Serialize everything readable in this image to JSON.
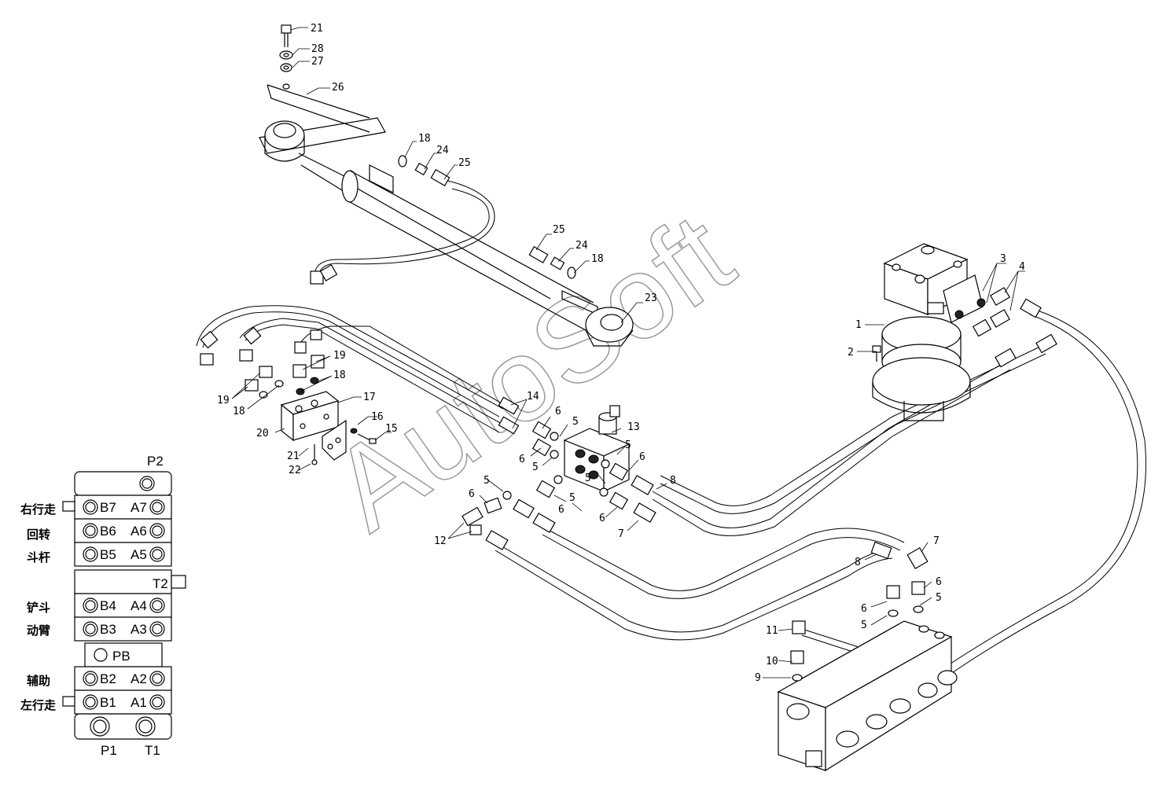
{
  "watermark": "AutoSoft",
  "callouts": {
    "c1": "1",
    "c2": "2",
    "c3": "3",
    "c4": "4",
    "c5a": "5",
    "c5b": "5",
    "c5c": "5",
    "c5d": "5",
    "c5e": "5",
    "c5f": "5",
    "c5g": "5",
    "c5h": "5",
    "c6a": "6",
    "c6b": "6",
    "c6c": "6",
    "c6d": "6",
    "c6e": "6",
    "c6f": "6",
    "c6g": "6",
    "c6h": "6",
    "c7a": "7",
    "c7b": "7",
    "c8a": "8",
    "c8b": "8",
    "c9": "9",
    "c10": "10",
    "c11": "11",
    "c12": "12",
    "c13": "13",
    "c14": "14",
    "c15": "15",
    "c16": "16",
    "c17": "17",
    "c18a": "18",
    "c18b": "18",
    "c18c": "18",
    "c18d": "18",
    "c19a": "19",
    "c19b": "19",
    "c20": "20",
    "c21a": "21",
    "c21b": "21",
    "c22": "22",
    "c23": "23",
    "c24a": "24",
    "c24b": "24",
    "c25a": "25",
    "c25b": "25",
    "c26": "26",
    "c27": "27",
    "c28": "28"
  },
  "valve_block": {
    "p2": "P2",
    "b7": "B7",
    "a7": "A7",
    "b6": "B6",
    "a6": "A6",
    "b5": "B5",
    "a5": "A5",
    "t2": "T2",
    "b4": "B4",
    "a4": "A4",
    "b3": "B3",
    "a3": "A3",
    "pb": "PB",
    "b2": "B2",
    "a2": "A2",
    "b1": "B1",
    "a1": "A1",
    "p1": "P1",
    "t1": "T1",
    "labels": {
      "right_travel": "右行走",
      "swing": "回转",
      "arm": "斗杆",
      "bucket": "铲斗",
      "boom": "动臂",
      "aux": "辅助",
      "left_travel": "左行走"
    }
  }
}
